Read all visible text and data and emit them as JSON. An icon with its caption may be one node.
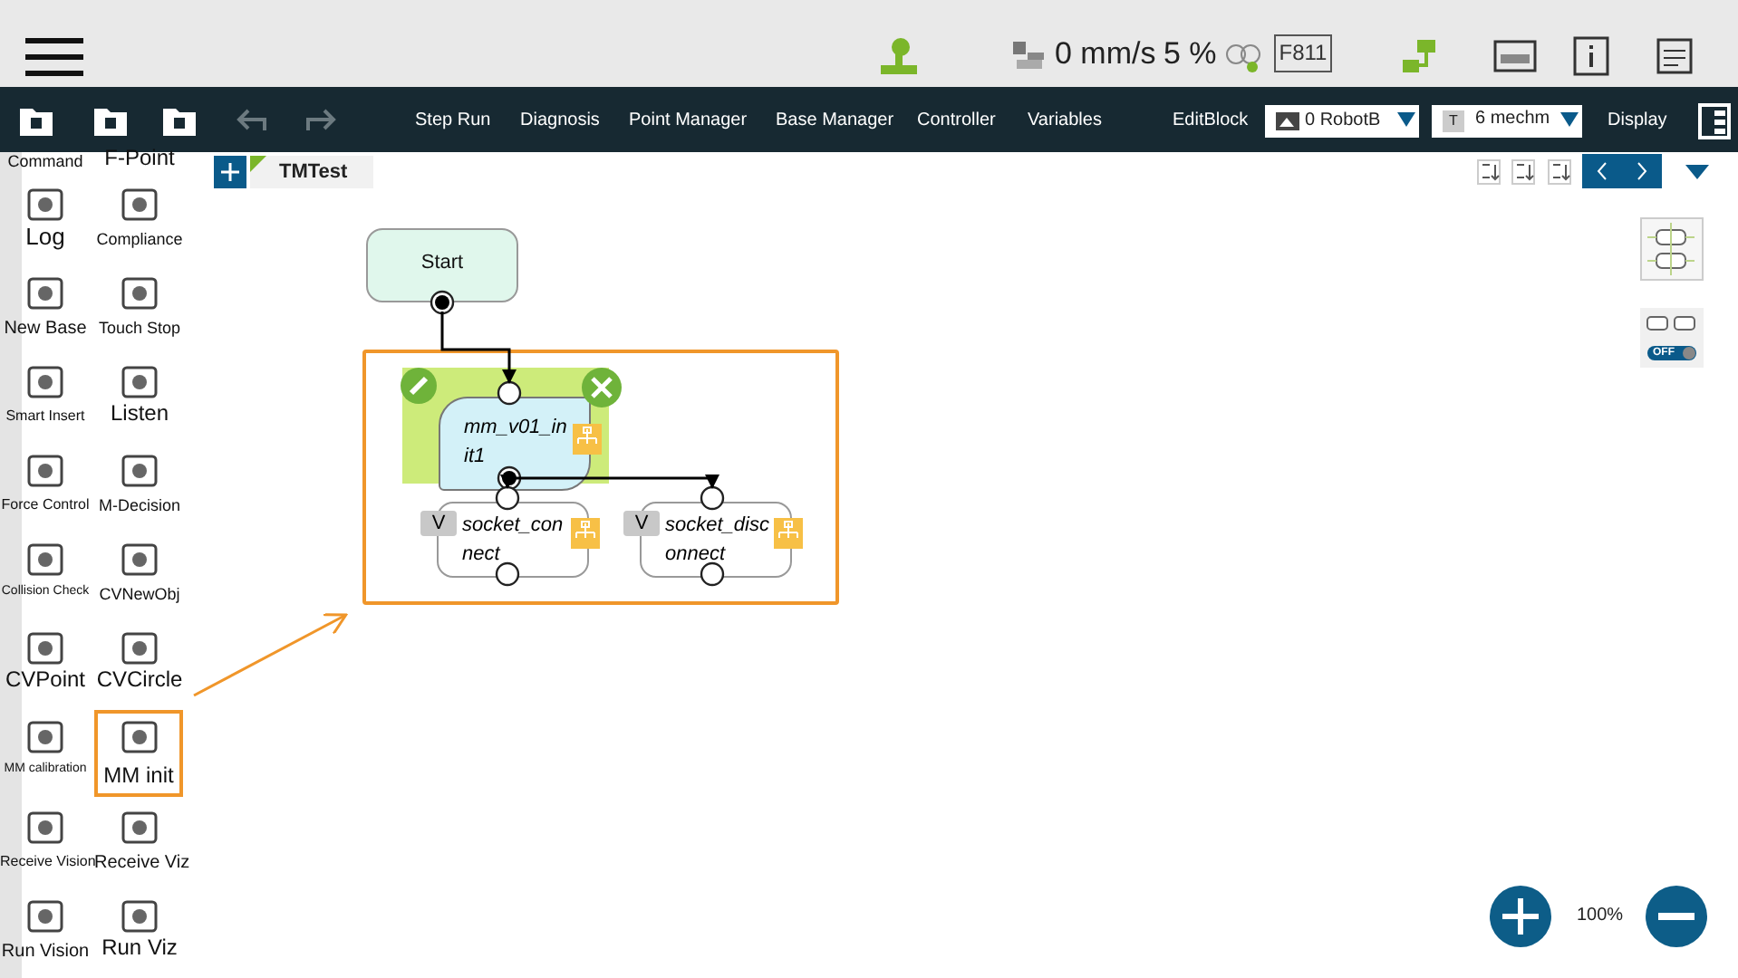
{
  "diagram": {
    "nodes": [
      {
        "text": [
          "Start"
        ]
      },
      {
        "text": [],
        "shape": "box"
      },
      {
        "text": [
          "mm_v01_init1"
        ],
        "in": 1
      },
      {
        "text": [
          "V",
          "socket_connect"
        ],
        "in": 1
      },
      {
        "text": [
          "V",
          "socket_disconnect"
        ],
        "in": 1
      },
      {
        "text": [
          "MM init"
        ]
      }
    ],
    "edges": [
      {
        "from": 0,
        "to": 2,
        "arrow": "to"
      },
      {
        "from": 2,
        "to": 3,
        "arrow": "to"
      },
      {
        "from": 2,
        "to": 4,
        "arrow": "to"
      },
      {
        "from": 5,
        "to": 1,
        "arrow": "to",
        "color": "#f0962a"
      }
    ],
    "labels": [
      "0 mm/s",
      "5 %",
      "F811",
      "Step Run",
      "Diagnosis",
      "Point Manager",
      "Base Manager",
      "Controller",
      "Variables",
      "EditBlock",
      "0 RobotB",
      "T",
      "6 mechm",
      "Display",
      "TMTest",
      "Command",
      "F-Point",
      "Log",
      "Compliance",
      "New Base",
      "Touch Stop",
      "Smart Insert",
      "Listen",
      "Force Control",
      "M-Decision",
      "Collision Check",
      "CVNewObj",
      "CVPoint",
      "CVCircle",
      "MM calibration",
      "Receive Vision",
      "Receive Viz",
      "Run Vision",
      "Run Viz",
      "OFF",
      "100%"
    ]
  }
}
